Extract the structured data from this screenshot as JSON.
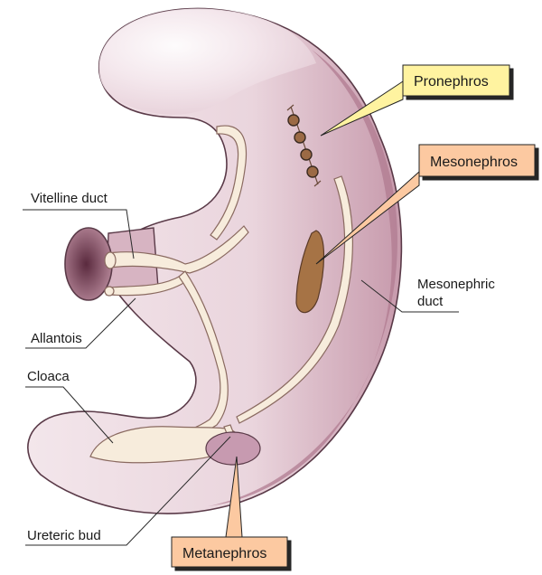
{
  "labels": {
    "vitelline_duct": "Vitelline duct",
    "allantois": "Allantois",
    "cloaca": "Cloaca",
    "ureteric_bud": "Ureteric bud",
    "mesonephric_duct_line1": "Mesonephric",
    "mesonephric_duct_line2": "duct"
  },
  "callouts": {
    "pronephros": "Pronephros",
    "mesonephros": "Mesonephros",
    "metanephros": "Metanephros"
  },
  "colors": {
    "embryo_fill": "#ecd9e0",
    "embryo_rim": "#b88a9c",
    "duct_fill": "#f7ecdc",
    "pronephros_box": "#fff3a0",
    "mesonephros_box": "#fcc9a1",
    "metanephros_box": "#fcc9a1",
    "nephric_brown": "#a67345"
  }
}
